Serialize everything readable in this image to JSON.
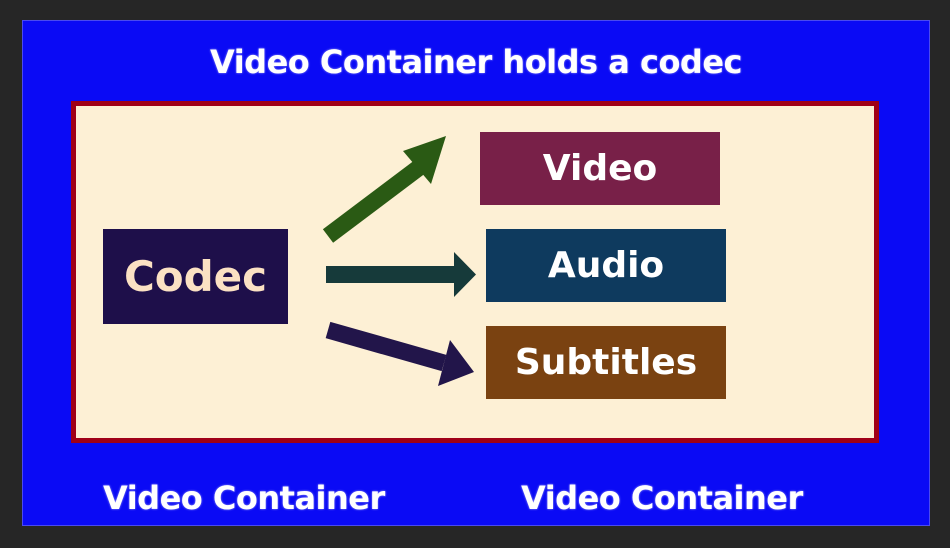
{
  "diagram": {
    "title": "Video Container holds a codec",
    "source": {
      "label": "Codec"
    },
    "targets": [
      {
        "label": "Video"
      },
      {
        "label": "Audio"
      },
      {
        "label": "Subtitles"
      }
    ],
    "footer": {
      "left": "Video Container",
      "right": "Video Container"
    }
  },
  "colors": {
    "background": "#0a0af5",
    "panel": "#fdf0d5",
    "panel_border": "#a00018",
    "codec_box": "#1e0f4a",
    "video_box": "#782048",
    "audio_box": "#0e3a5e",
    "subtitles_box": "#7a4211",
    "arrow_video": "#2a5a14",
    "arrow_audio": "#163a3a",
    "arrow_subtitles": "#22154a"
  }
}
